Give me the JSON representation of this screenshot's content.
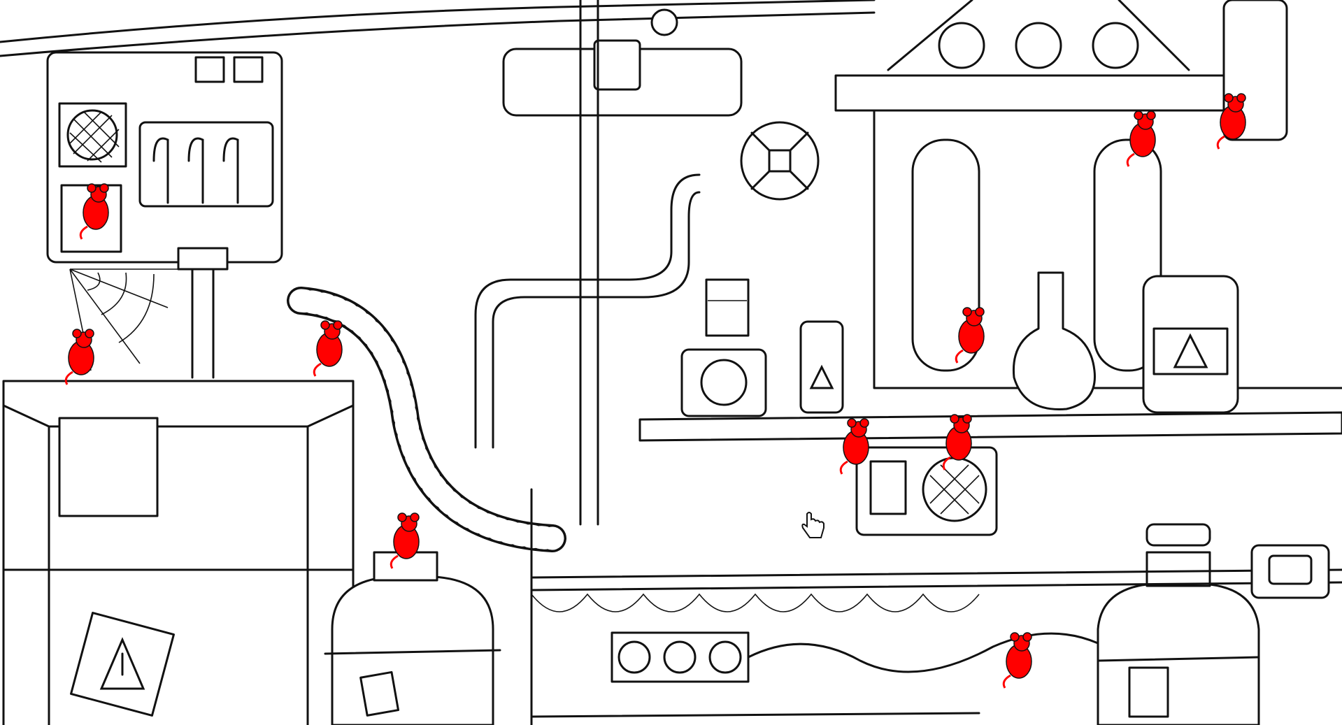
{
  "scene": {
    "background_color": "#ffffff",
    "line_color": "#111111",
    "target_color": "#ff0000",
    "cursor_icon": "hand-pointer-icon"
  },
  "hidden_objects": [
    {
      "name": "mouse-control-panel",
      "icon": "mouse-icon"
    },
    {
      "name": "mouse-cobweb",
      "icon": "mouse-icon"
    },
    {
      "name": "mouse-hose",
      "icon": "mouse-icon"
    },
    {
      "name": "mouse-pipe-drip",
      "icon": "mouse-icon"
    },
    {
      "name": "mouse-radiator-top",
      "icon": "mouse-icon"
    },
    {
      "name": "mouse-coil-tube",
      "icon": "mouse-icon"
    },
    {
      "name": "mouse-shelf-edge",
      "icon": "mouse-icon"
    },
    {
      "name": "mouse-speaker-box",
      "icon": "mouse-icon"
    },
    {
      "name": "mouse-gas-valve",
      "icon": "mouse-icon"
    },
    {
      "name": "mouse-cables",
      "icon": "mouse-icon"
    }
  ]
}
